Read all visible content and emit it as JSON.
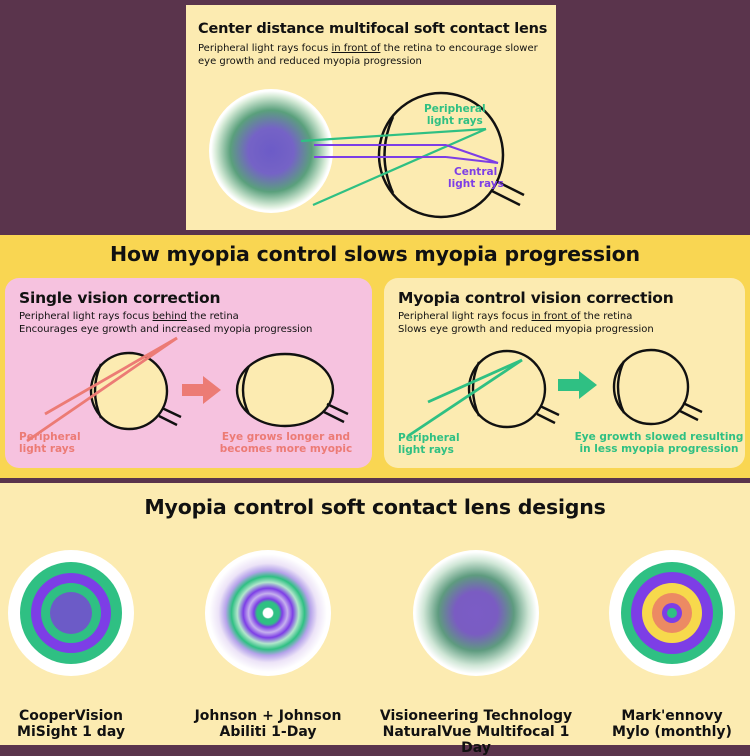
{
  "top": {
    "title": "Center distance multifocal soft contact lens",
    "subtitle_pre": "Peripheral light rays focus ",
    "subtitle_em": "in front of",
    "subtitle_post": " the retina to encourage slower eye growth and reduced myopia progression",
    "label_peripheral": [
      "Peripheral",
      "light rays"
    ],
    "label_central": [
      "Central",
      "light rays"
    ]
  },
  "middle": {
    "title": "How myopia control slows myopia progression",
    "single": {
      "title": "Single vision correction",
      "sub_pre": "Peripheral light rays focus ",
      "sub_em": "behind",
      "sub_post": " the retina",
      "sub_line2": "Encourages eye growth and increased myopia progression",
      "label_peripheral": [
        "Peripheral",
        "light rays"
      ],
      "label_result": [
        "Eye grows longer and",
        "becomes more myopic"
      ]
    },
    "control": {
      "title": "Myopia control vision correction",
      "sub_pre": "Peripheral light rays focus ",
      "sub_em": "in front of",
      "sub_post": " the retina",
      "sub_line2": "Slows eye growth and reduced myopia progression",
      "label_peripheral": [
        "Peripheral",
        "light rays"
      ],
      "label_result": [
        "Eye growth slowed resulting",
        "in less myopia progression"
      ]
    }
  },
  "bottom": {
    "title": "Myopia control soft contact lens designs",
    "lenses": [
      {
        "line1": "CooperVision",
        "line2": "MiSight 1 day"
      },
      {
        "line1": "Johnson + Johnson",
        "line2": "Abiliti 1-Day"
      },
      {
        "line1": "Visioneering Technology",
        "line2": "NaturalVue Multifocal 1 Day"
      },
      {
        "line1": "Mark'ennovy",
        "line2": "Mylo (monthly)"
      }
    ]
  },
  "colors": {
    "background": "#5a344c",
    "band_yellow": "#f9d652",
    "card_cream": "#fcebb1",
    "panel_pink": "#f6c2df",
    "green": "#2fc083",
    "purple": "#7d3ee6",
    "red": "#ec7b75",
    "lens_purple": "#6c5bc7",
    "lens_orange": "#ec8a63",
    "lens_yellow": "#f7d94c"
  },
  "icons": [
    "eye-icon",
    "arrow-right-icon",
    "lens-icon"
  ]
}
